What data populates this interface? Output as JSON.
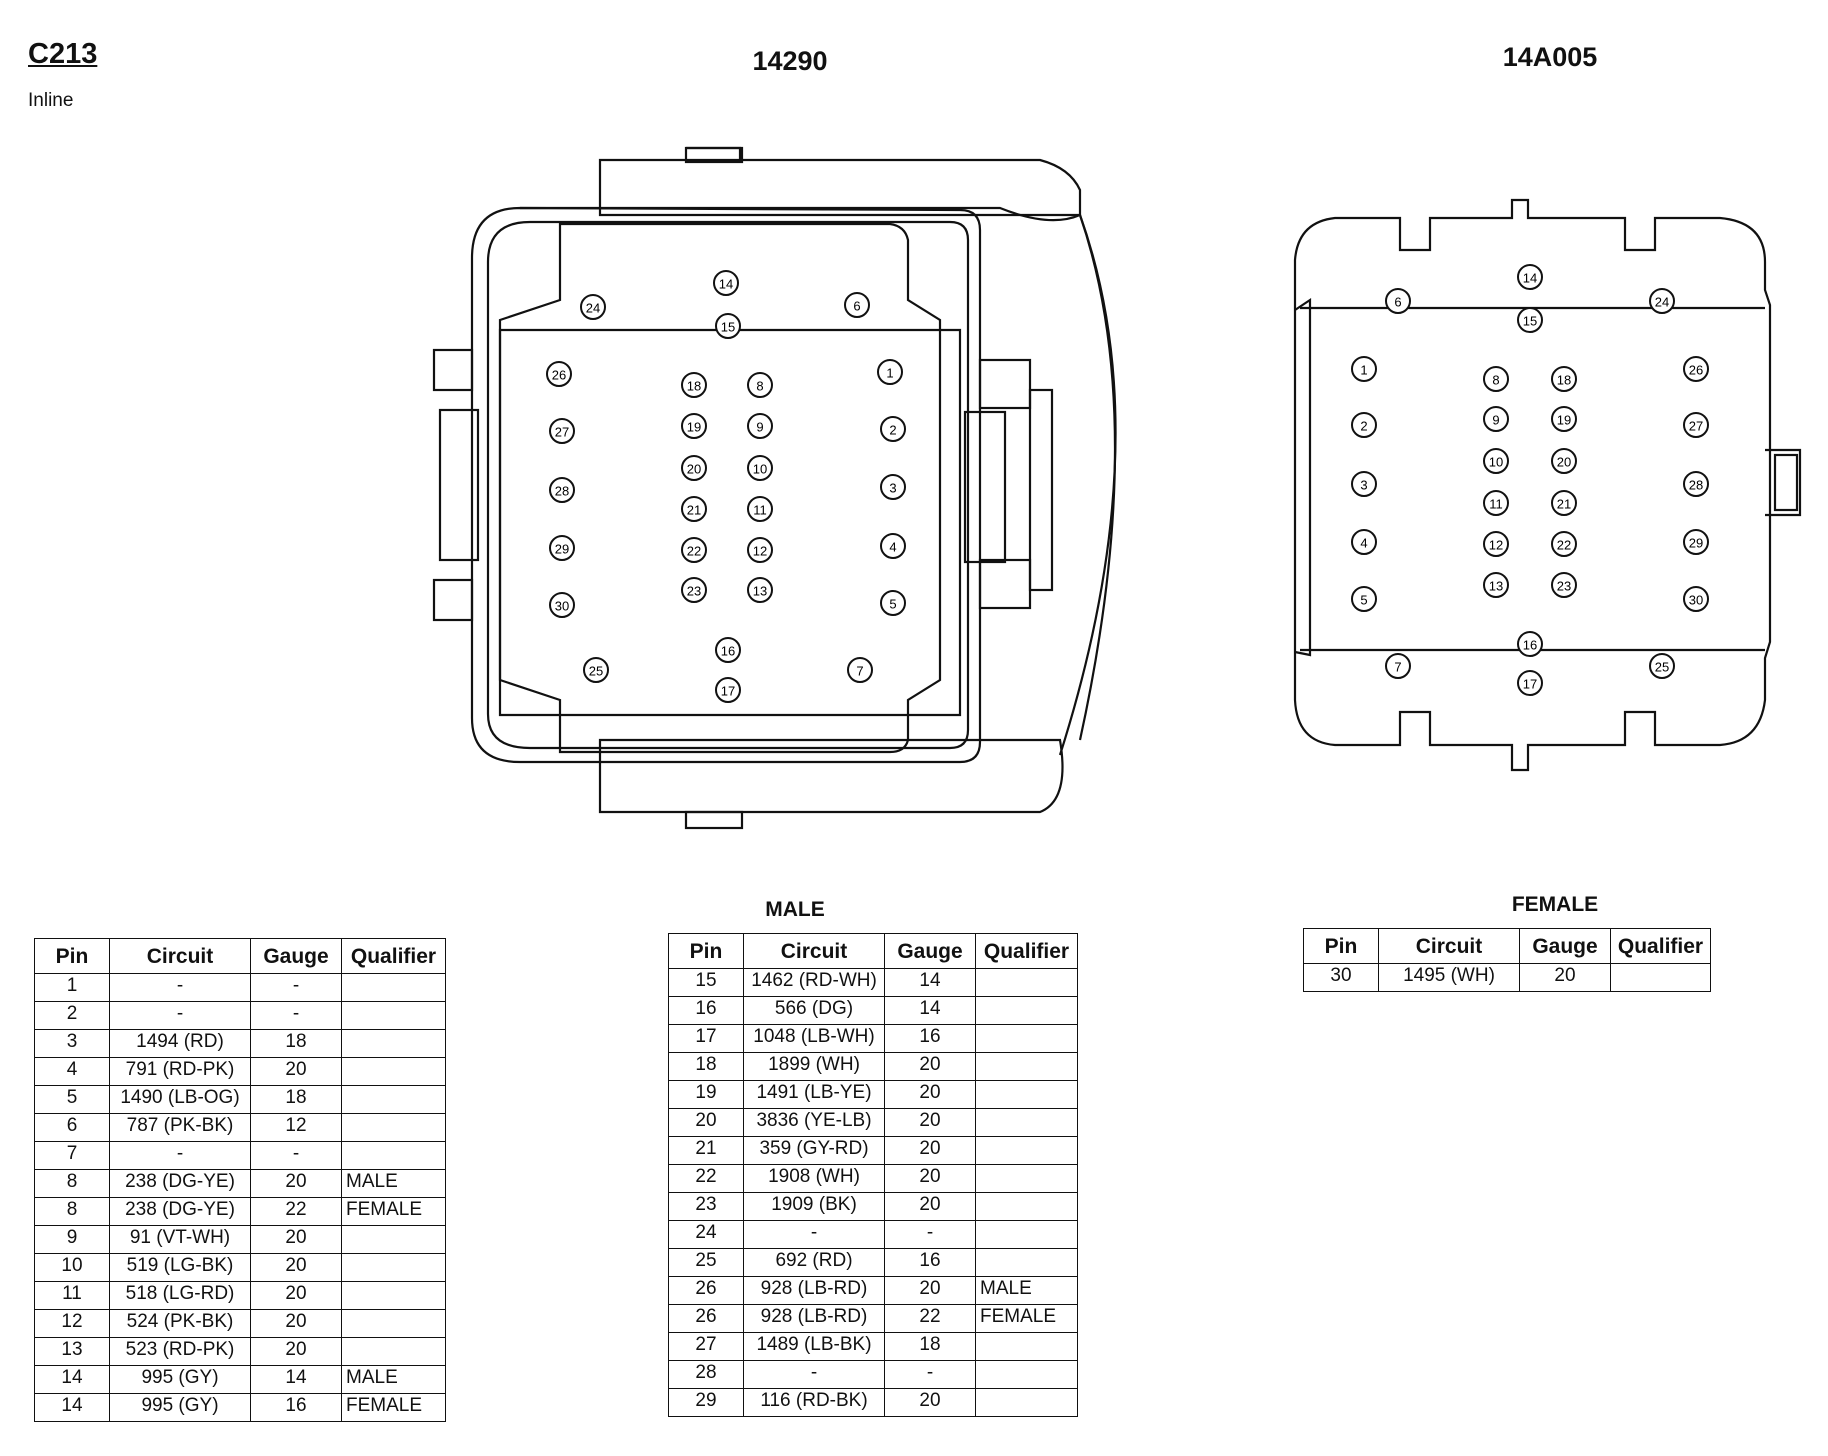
{
  "connector": {
    "id": "C213",
    "type": "Inline"
  },
  "male": {
    "part": "14290",
    "table_title": "MALE"
  },
  "female": {
    "part": "14A005",
    "table_title": "FEMALE"
  },
  "columns": [
    "Pin",
    "Circuit",
    "Gauge",
    "Qualifier"
  ],
  "male_pin_labels": [
    "1",
    "2",
    "3",
    "4",
    "5",
    "6",
    "7",
    "8",
    "9",
    "10",
    "11",
    "12",
    "13",
    "14",
    "15",
    "16",
    "17",
    "18",
    "19",
    "20",
    "21",
    "22",
    "23",
    "24",
    "25",
    "26",
    "27",
    "28",
    "29",
    "30"
  ],
  "female_pin_labels": [
    "1",
    "2",
    "3",
    "4",
    "5",
    "6",
    "7",
    "8",
    "9",
    "10",
    "11",
    "12",
    "13",
    "14",
    "15",
    "16",
    "17",
    "18",
    "19",
    "20",
    "21",
    "22",
    "23",
    "24",
    "25",
    "26",
    "27",
    "28",
    "29",
    "30"
  ],
  "table_left": [
    [
      "1",
      "-",
      "-",
      ""
    ],
    [
      "2",
      "-",
      "-",
      ""
    ],
    [
      "3",
      "1494 (RD)",
      "18",
      ""
    ],
    [
      "4",
      "791 (RD-PK)",
      "20",
      ""
    ],
    [
      "5",
      "1490 (LB-OG)",
      "18",
      ""
    ],
    [
      "6",
      "787 (PK-BK)",
      "12",
      ""
    ],
    [
      "7",
      "-",
      "-",
      ""
    ],
    [
      "8",
      "238 (DG-YE)",
      "20",
      "MALE"
    ],
    [
      "8",
      "238 (DG-YE)",
      "22",
      "FEMALE"
    ],
    [
      "9",
      "91 (VT-WH)",
      "20",
      ""
    ],
    [
      "10",
      "519 (LG-BK)",
      "20",
      ""
    ],
    [
      "11",
      "518 (LG-RD)",
      "20",
      ""
    ],
    [
      "12",
      "524 (PK-BK)",
      "20",
      ""
    ],
    [
      "13",
      "523 (RD-PK)",
      "20",
      ""
    ],
    [
      "14",
      "995 (GY)",
      "14",
      "MALE"
    ],
    [
      "14",
      "995 (GY)",
      "16",
      "FEMALE"
    ]
  ],
  "table_mid": [
    [
      "15",
      "1462 (RD-WH)",
      "14",
      ""
    ],
    [
      "16",
      "566 (DG)",
      "14",
      ""
    ],
    [
      "17",
      "1048 (LB-WH)",
      "16",
      ""
    ],
    [
      "18",
      "1899 (WH)",
      "20",
      ""
    ],
    [
      "19",
      "1491 (LB-YE)",
      "20",
      ""
    ],
    [
      "20",
      "3836 (YE-LB)",
      "20",
      ""
    ],
    [
      "21",
      "359 (GY-RD)",
      "20",
      ""
    ],
    [
      "22",
      "1908 (WH)",
      "20",
      ""
    ],
    [
      "23",
      "1909 (BK)",
      "20",
      ""
    ],
    [
      "24",
      "-",
      "-",
      ""
    ],
    [
      "25",
      "692 (RD)",
      "16",
      ""
    ],
    [
      "26",
      "928 (LB-RD)",
      "20",
      "MALE"
    ],
    [
      "26",
      "928 (LB-RD)",
      "22",
      "FEMALE"
    ],
    [
      "27",
      "1489 (LB-BK)",
      "18",
      ""
    ],
    [
      "28",
      "-",
      "-",
      ""
    ],
    [
      "29",
      "116 (RD-BK)",
      "20",
      ""
    ]
  ],
  "table_right": [
    [
      "30",
      "1495 (WH)",
      "20",
      ""
    ]
  ]
}
